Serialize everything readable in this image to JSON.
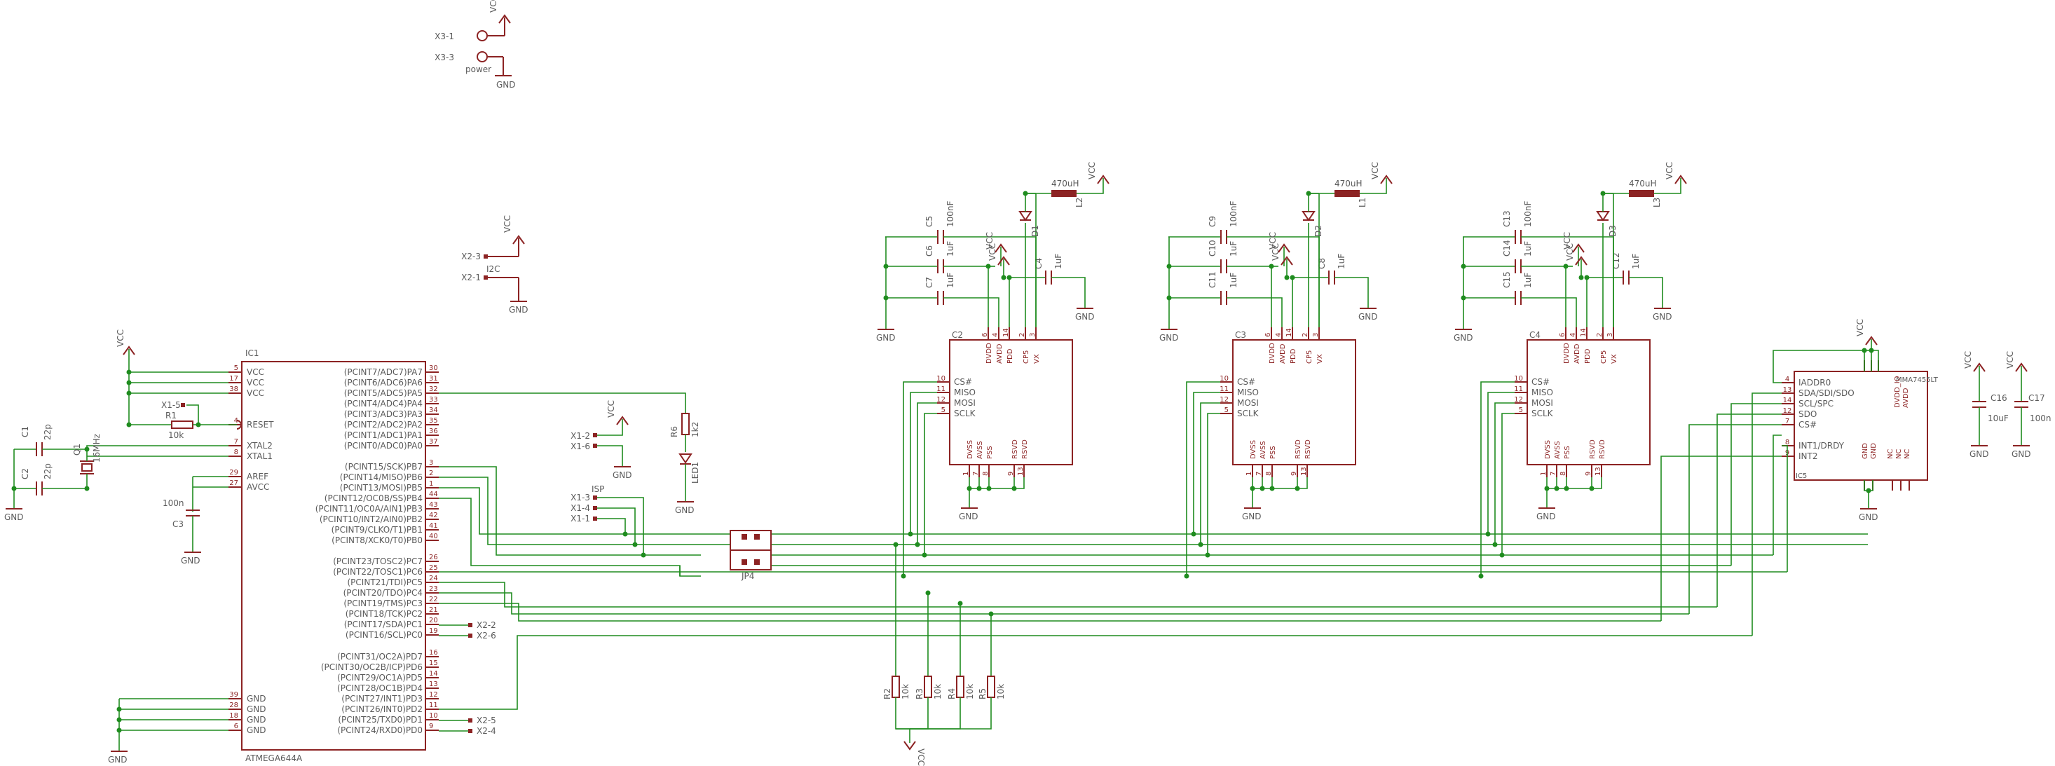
{
  "colors": {
    "wire": "#1f8c1f",
    "part": "#8c2323",
    "label": "#5a5a5a"
  },
  "power": {
    "vcc": "VCC",
    "gnd": "GND"
  },
  "connectors": {
    "x3": {
      "pins": [
        "X3-1",
        "X3-3"
      ],
      "name": "power"
    },
    "x2": {
      "pins": [
        "X2-3",
        "X2-1"
      ],
      "name": "I2C"
    },
    "x1": {
      "top_pins": [
        "X1-2",
        "X1-6"
      ],
      "isp_pins": [
        "X1-3",
        "X1-4",
        "X1-1"
      ],
      "isp_name": "ISP"
    },
    "x2_side": [
      "X2-2",
      "X2-6",
      "X2-5",
      "X2-4"
    ]
  },
  "ic1": {
    "name": "IC1",
    "part": "ATMEGA644A",
    "left_pins": [
      {
        "num": "5",
        "name": "VCC"
      },
      {
        "num": "17",
        "name": "VCC"
      },
      {
        "num": "38",
        "name": "VCC"
      },
      {
        "num": "4",
        "name": "RESET"
      },
      {
        "num": "7",
        "name": "XTAL2"
      },
      {
        "num": "8",
        "name": "XTAL1"
      },
      {
        "num": "29",
        "name": "AREF"
      },
      {
        "num": "27",
        "name": "AVCC"
      },
      {
        "num": "39",
        "name": "GND"
      },
      {
        "num": "28",
        "name": "GND"
      },
      {
        "num": "18",
        "name": "GND"
      },
      {
        "num": "6",
        "name": "GND"
      }
    ],
    "right_pins": [
      {
        "num": "30",
        "name": "(PCINT7/ADC7)PA7"
      },
      {
        "num": "31",
        "name": "(PCINT6/ADC6)PA6"
      },
      {
        "num": "32",
        "name": "(PCINT5/ADC5)PA5"
      },
      {
        "num": "33",
        "name": "(PCINT4/ADC4)PA4"
      },
      {
        "num": "34",
        "name": "(PCINT3/ADC3)PA3"
      },
      {
        "num": "35",
        "name": "(PCINT2/ADC2)PA2"
      },
      {
        "num": "36",
        "name": "(PCINT1/ADC1)PA1"
      },
      {
        "num": "37",
        "name": "(PCINT0/ADC0)PA0"
      },
      {
        "num": "3",
        "name": "(PCINT15/SCK)PB7"
      },
      {
        "num": "2",
        "name": "(PCINT14/MISO)PB6"
      },
      {
        "num": "1",
        "name": "(PCINT13/MOSI)PB5"
      },
      {
        "num": "44",
        "name": "(PCINT12/OC0B/SS)PB4"
      },
      {
        "num": "43",
        "name": "(PCINT11/OC0A/AIN1)PB3"
      },
      {
        "num": "42",
        "name": "(PCINT10/INT2/AIN0)PB2"
      },
      {
        "num": "41",
        "name": "(PCINT9/CLKO/T1)PB1"
      },
      {
        "num": "40",
        "name": "(PCINT8/XCK0/T0)PB0"
      },
      {
        "num": "26",
        "name": "(PCINT23/TOSC2)PC7"
      },
      {
        "num": "25",
        "name": "(PCINT22/TOSC1)PC6"
      },
      {
        "num": "24",
        "name": "(PCINT21/TDI)PC5"
      },
      {
        "num": "23",
        "name": "(PCINT20/TDO)PC4"
      },
      {
        "num": "22",
        "name": "(PCINT19/TMS)PC3"
      },
      {
        "num": "21",
        "name": "(PCINT18/TCK)PC2"
      },
      {
        "num": "20",
        "name": "(PCINT17/SDA)PC1"
      },
      {
        "num": "19",
        "name": "(PCINT16/SCL)PC0"
      },
      {
        "num": "16",
        "name": "(PCINT31/OC2A)PD7"
      },
      {
        "num": "15",
        "name": "(PCINT30/OC2B/ICP)PD6"
      },
      {
        "num": "14",
        "name": "(PCINT29/OC1A)PD5"
      },
      {
        "num": "13",
        "name": "(PCINT28/OC1B)PD4"
      },
      {
        "num": "12",
        "name": "(PCINT27/INT1)PD3"
      },
      {
        "num": "11",
        "name": "(PCINT26/INT0)PD2"
      },
      {
        "num": "10",
        "name": "(PCINT25/TXD0)PD1"
      },
      {
        "num": "9",
        "name": "(PCINT24/RXD0)PD0"
      }
    ]
  },
  "passives": {
    "c1": {
      "name": "C1",
      "value": "22p"
    },
    "c2": {
      "name": "C2",
      "value": "22p"
    },
    "q1": {
      "name": "Q1",
      "value": "16MHz"
    },
    "r1": {
      "name": "R1",
      "value": "10k"
    },
    "x1_5": "X1-5",
    "c3": {
      "name": "C3",
      "value": "100n"
    },
    "r6": {
      "name": "R6",
      "value": "1k2"
    },
    "led1": "LED1",
    "jp4": "JP4",
    "r2": {
      "name": "R2",
      "value": "10k"
    },
    "r3": {
      "name": "R3",
      "value": "10k"
    },
    "r4": {
      "name": "R4",
      "value": "10k"
    },
    "r5": {
      "name": "R5",
      "value": "10k"
    },
    "c16": {
      "name": "C16",
      "value": "10uF"
    },
    "c17": {
      "name": "C17",
      "value": "100n"
    }
  },
  "sensors": [
    {
      "ic": "C2",
      "l": "L2",
      "lval": "470uH",
      "d": "D1",
      "caps": [
        {
          "name": "C5",
          "value": "100nF"
        },
        {
          "name": "C6",
          "value": "1uF"
        },
        {
          "name": "C7",
          "value": "1uF"
        },
        {
          "name": "C4",
          "value": "1uF"
        }
      ]
    },
    {
      "ic": "C3",
      "l": "L1",
      "lval": "470uH",
      "d": "D2",
      "caps": [
        {
          "name": "C9",
          "value": "100nF"
        },
        {
          "name": "C10",
          "value": "1uF"
        },
        {
          "name": "C11",
          "value": "1uF"
        },
        {
          "name": "C8",
          "value": "1uF"
        }
      ]
    },
    {
      "ic": "C4",
      "l": "L3",
      "lval": "470uH",
      "d": "D3",
      "caps": [
        {
          "name": "C13",
          "value": "100nF"
        },
        {
          "name": "C14",
          "value": "1uF"
        },
        {
          "name": "C15",
          "value": "1uF"
        },
        {
          "name": "C12",
          "value": "1uF"
        }
      ]
    }
  ],
  "sensor_pins": {
    "left": [
      {
        "num": "10",
        "name": "CS#"
      },
      {
        "num": "11",
        "name": "MISO"
      },
      {
        "num": "12",
        "name": "MOSI"
      },
      {
        "num": "5",
        "name": "SCLK"
      }
    ],
    "top": [
      "DVDD",
      "AVDD",
      "PDD",
      "CP5",
      "VX"
    ],
    "top_nums": [
      "6",
      "4",
      "14",
      "2",
      "3"
    ],
    "bottom": [
      "DVSS",
      "AVSS",
      "PSS",
      "RSVD",
      "RSVD"
    ],
    "bottom_nums": [
      "1",
      "7",
      "8",
      "9",
      "13"
    ]
  },
  "ic5": {
    "name": "IC5",
    "part": "MMA7455LT",
    "left_pins": [
      {
        "num": "4",
        "name": "IADDR0"
      },
      {
        "num": "13",
        "name": "SDA/SDI/SDO"
      },
      {
        "num": "14",
        "name": "SCL/SPC"
      },
      {
        "num": "12",
        "name": "SDO"
      },
      {
        "num": "7",
        "name": "CS#"
      },
      {
        "num": "8",
        "name": "INT1/DRDY"
      },
      {
        "num": "9",
        "name": "INT2"
      }
    ],
    "right_vert": [
      "DVDD_IO",
      "AVDD"
    ],
    "bottom_vert": [
      "GND",
      "GND",
      "NC",
      "NC",
      "NC"
    ]
  }
}
